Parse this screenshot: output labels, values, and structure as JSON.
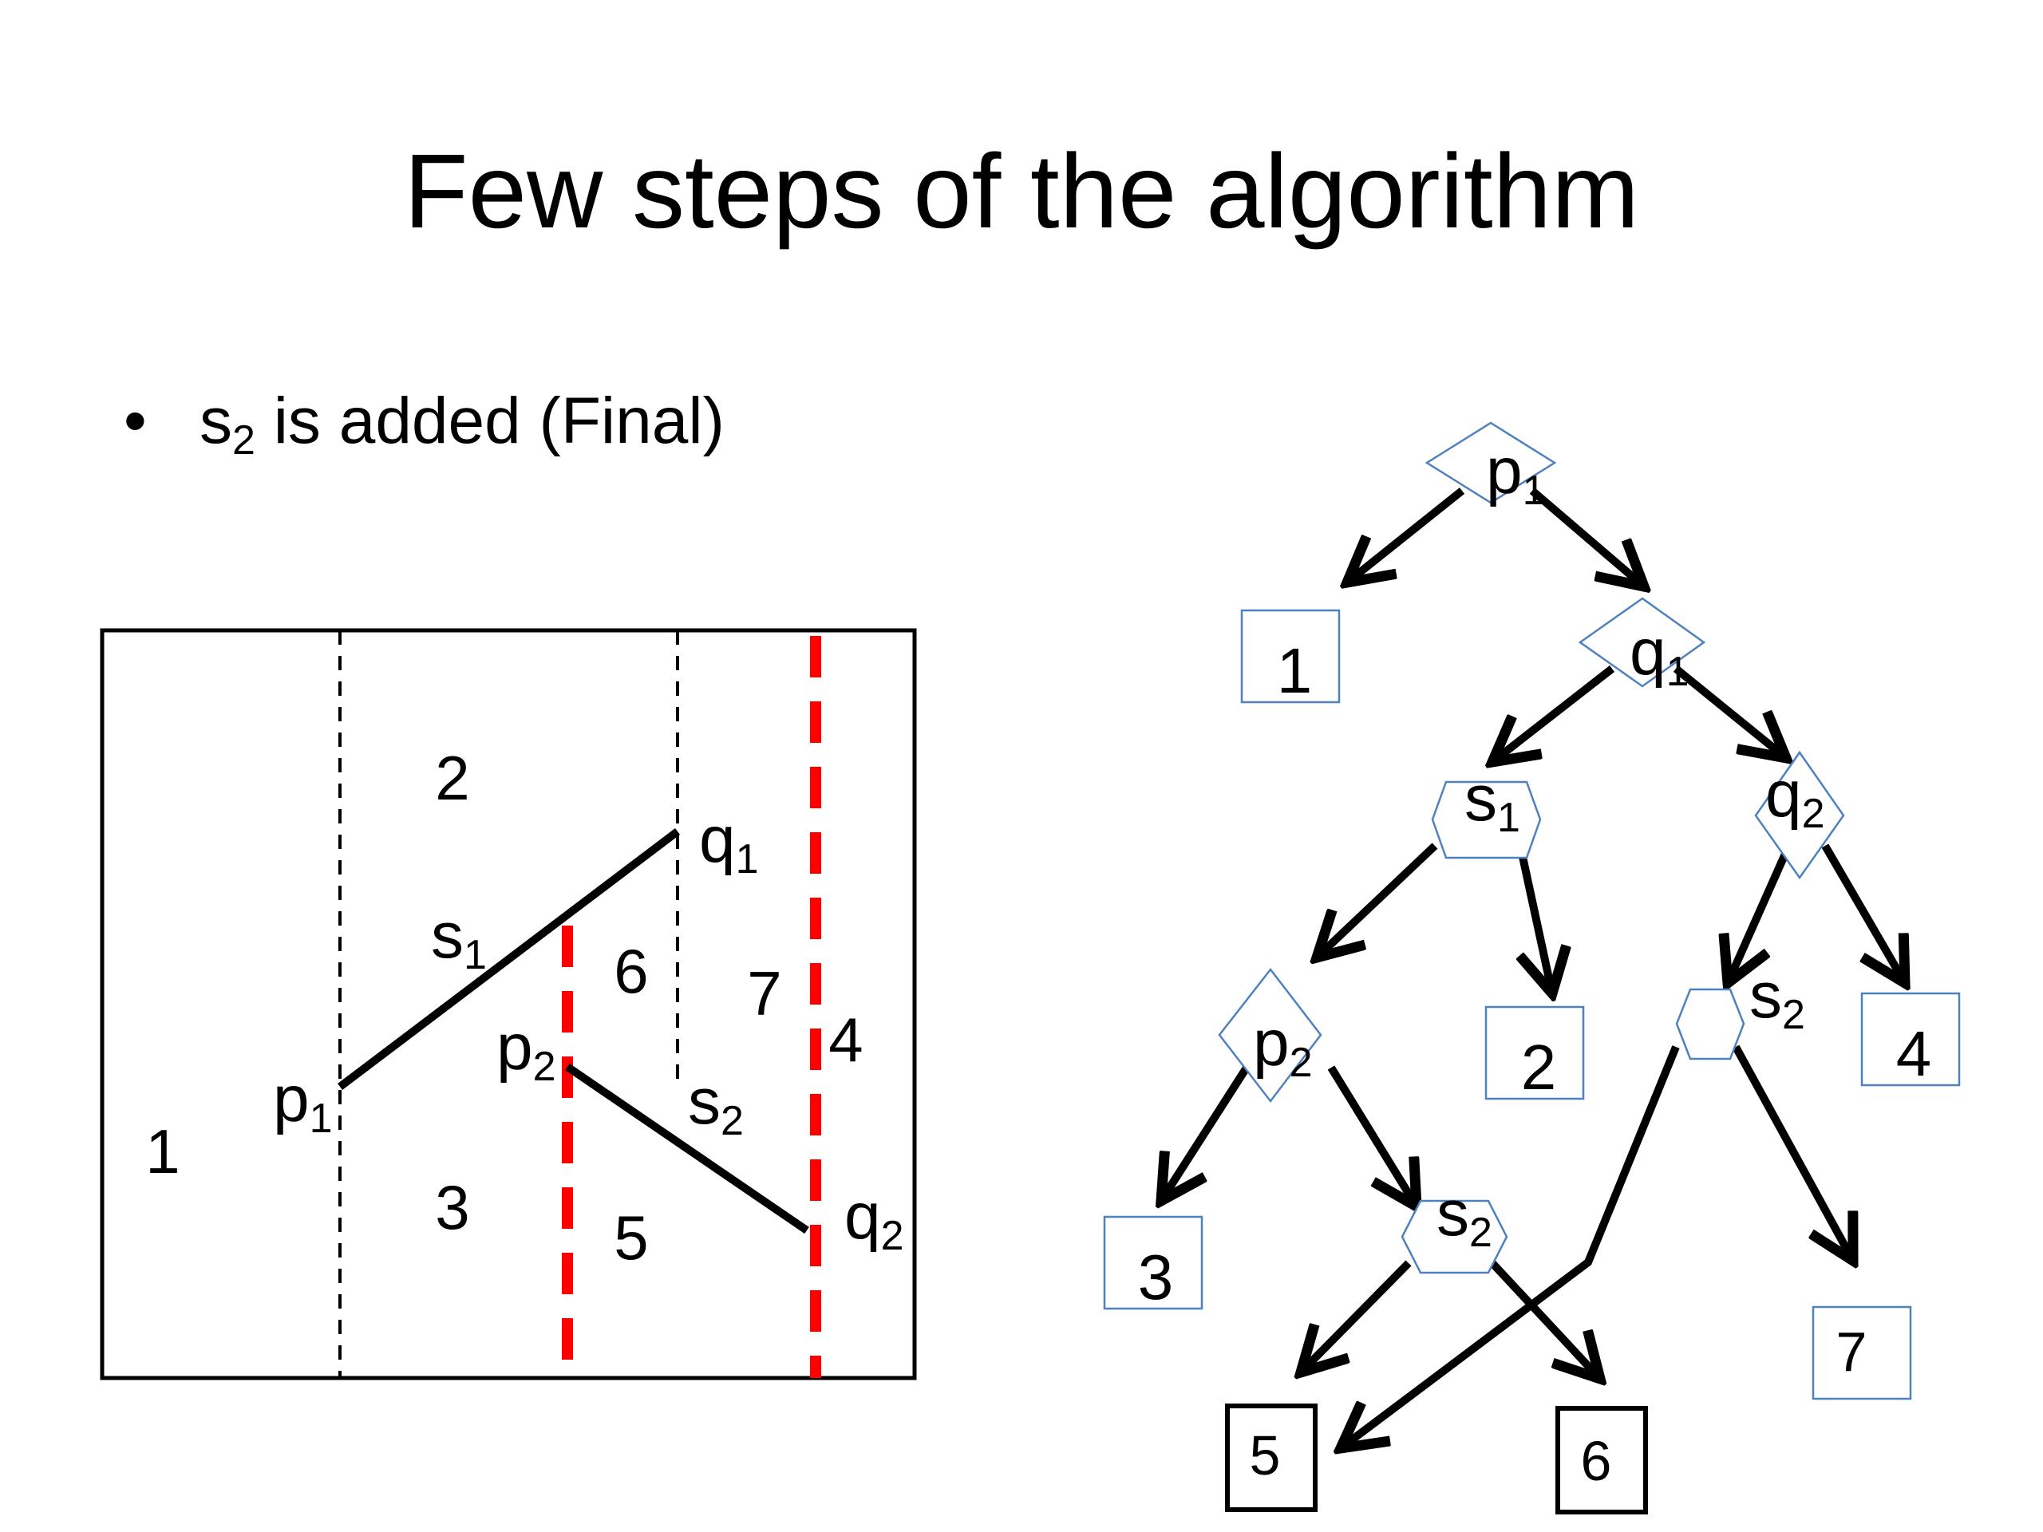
{
  "slide": {
    "title": "Few steps of the algorithm",
    "bullet": {
      "marker": "•",
      "seg_var": "s",
      "seg_sub": "2",
      "text": "is added (Final)"
    }
  },
  "colors": {
    "ink": "#000000",
    "new_boundary": "#ff0000",
    "node_outline": "#4f81bd"
  },
  "trapezoid_map": {
    "region_labels": [
      "1",
      "2",
      "3",
      "5",
      "6",
      "7",
      "4"
    ],
    "point_labels": [
      {
        "var": "p",
        "sub": "1"
      },
      {
        "var": "q",
        "sub": "1"
      },
      {
        "var": "p",
        "sub": "2"
      },
      {
        "var": "q",
        "sub": "2"
      },
      {
        "var": "s",
        "sub": "1"
      },
      {
        "var": "s",
        "sub": "2"
      }
    ]
  },
  "search_structure": {
    "x_nodes": [
      {
        "var": "p",
        "sub": "1"
      },
      {
        "var": "q",
        "sub": "1"
      },
      {
        "var": "q",
        "sub": "2"
      },
      {
        "var": "p",
        "sub": "2"
      }
    ],
    "y_nodes": [
      {
        "var": "s",
        "sub": "1"
      },
      {
        "var": "s",
        "sub": "2"
      },
      {
        "var": "s",
        "sub": "2"
      }
    ],
    "leaves": [
      "1",
      "2",
      "4",
      "3",
      "7",
      "5",
      "6"
    ]
  }
}
